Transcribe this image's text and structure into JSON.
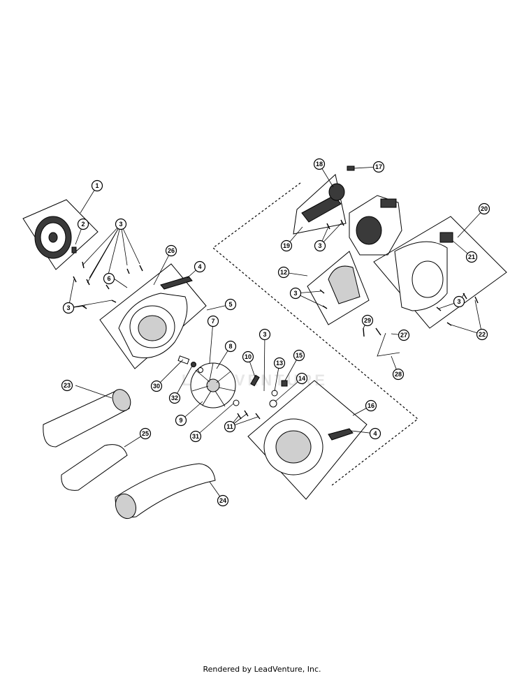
{
  "callouts": [
    {
      "label": "1"
    },
    {
      "label": "2"
    },
    {
      "label": "3"
    },
    {
      "label": "3"
    },
    {
      "label": "3"
    },
    {
      "label": "3"
    },
    {
      "label": "3"
    },
    {
      "label": "3"
    },
    {
      "label": "3"
    },
    {
      "label": "4"
    },
    {
      "label": "4"
    },
    {
      "label": "5"
    },
    {
      "label": "6"
    },
    {
      "label": "7"
    },
    {
      "label": "8"
    },
    {
      "label": "9"
    },
    {
      "label": "10"
    },
    {
      "label": "11"
    },
    {
      "label": "12"
    },
    {
      "label": "13"
    },
    {
      "label": "14"
    },
    {
      "label": "15"
    },
    {
      "label": "16"
    },
    {
      "label": "17"
    },
    {
      "label": "18"
    },
    {
      "label": "19"
    },
    {
      "label": "20"
    },
    {
      "label": "21"
    },
    {
      "label": "22"
    },
    {
      "label": "23"
    },
    {
      "label": "24"
    },
    {
      "label": "25"
    },
    {
      "label": "26"
    },
    {
      "label": "27"
    },
    {
      "label": "28"
    },
    {
      "label": "29"
    },
    {
      "label": "30"
    },
    {
      "label": "31"
    },
    {
      "label": "32"
    }
  ],
  "watermark": "LEADVENTURE",
  "footer": "Rendered by LeadVenture, Inc."
}
